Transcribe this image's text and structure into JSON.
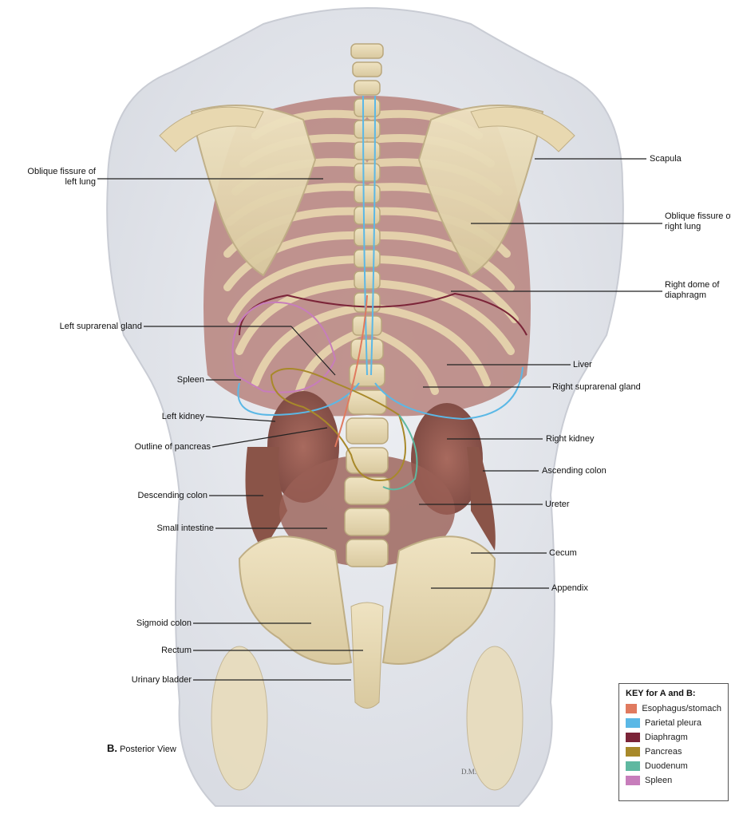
{
  "figure": {
    "view_prefix": "B.",
    "view_title": "Posterior View",
    "signature": "D.M."
  },
  "labels": {
    "oblique_left_1": "Oblique fissure of",
    "oblique_left_2": "left lung",
    "scapula": "Scapula",
    "oblique_right_1": "Oblique fissure of",
    "oblique_right_2": "right lung",
    "right_dome_1": "Right dome of",
    "right_dome_2": "diaphragm",
    "left_suprarenal": "Left suprarenal gland",
    "liver": "Liver",
    "spleen": "Spleen",
    "right_suprarenal": "Right suprarenal gland",
    "left_kidney": "Left kidney",
    "right_kidney": "Right kidney",
    "outline_pancreas": "Outline of pancreas",
    "ascending_colon": "Ascending colon",
    "descending_colon": "Descending colon",
    "ureter": "Ureter",
    "small_intestine": "Small intestine",
    "cecum": "Cecum",
    "appendix": "Appendix",
    "sigmoid_colon": "Sigmoid colon",
    "rectum": "Rectum",
    "urinary_bladder": "Urinary bladder"
  },
  "key": {
    "title": "KEY for A and B:",
    "items": [
      {
        "label": "Esophagus/stomach",
        "color": "#e07a5f"
      },
      {
        "label": "Parietal pleura",
        "color": "#5bb8e6"
      },
      {
        "label": "Diaphragm",
        "color": "#7b2438"
      },
      {
        "label": "Pancreas",
        "color": "#a8892a"
      },
      {
        "label": "Duodenum",
        "color": "#5fb8a0"
      },
      {
        "label": "Spleen",
        "color": "#c77dbb"
      }
    ]
  }
}
